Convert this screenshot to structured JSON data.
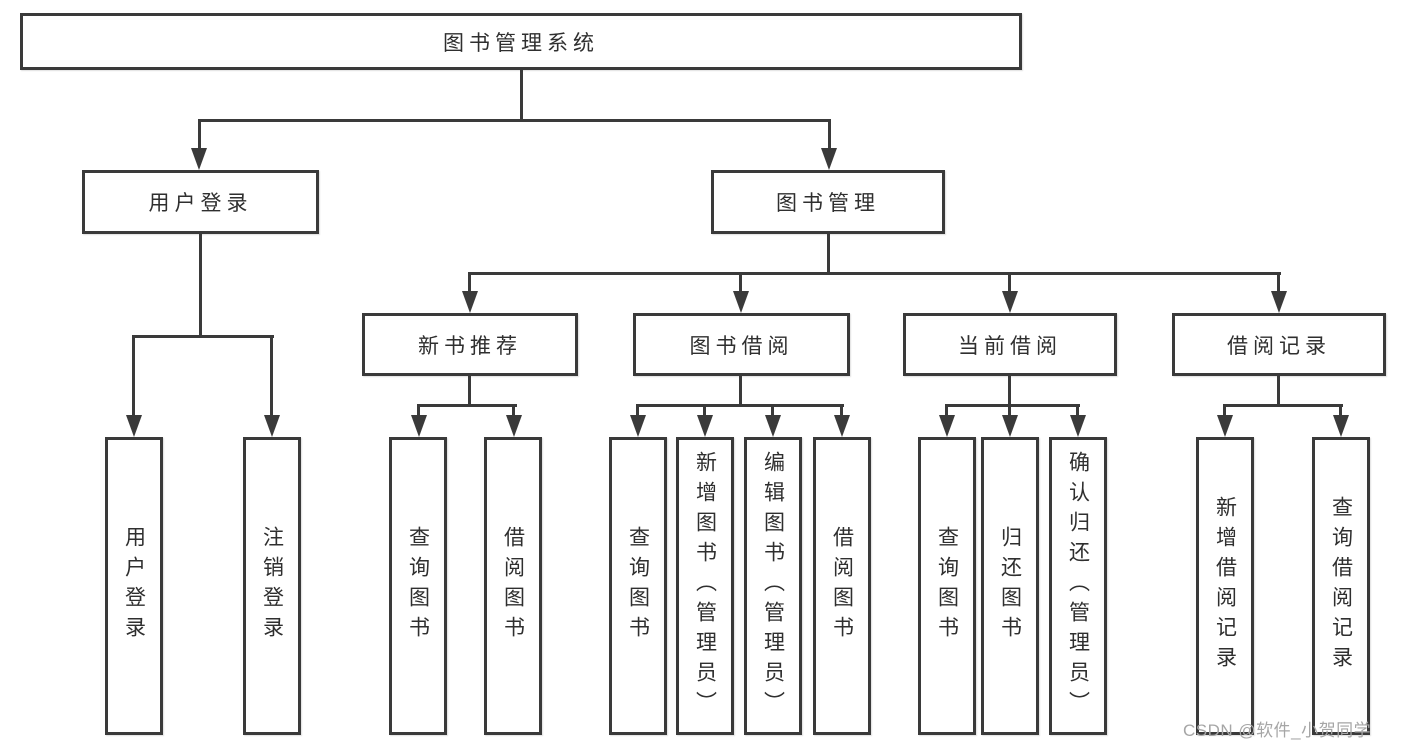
{
  "colors": {
    "line": "#3a3a3a",
    "text": "#2f2f2f",
    "box-bg": "#ffffff",
    "watermark": "#a6a6a6"
  },
  "tree": {
    "root": "图书管理系统",
    "children": [
      {
        "label": "用户登录",
        "children": [
          {
            "label": "用户登录"
          },
          {
            "label": "注销登录"
          }
        ]
      },
      {
        "label": "图书管理",
        "children": [
          {
            "label": "新书推荐",
            "children": [
              {
                "label": "查询图书"
              },
              {
                "label": "借阅图书"
              }
            ]
          },
          {
            "label": "图书借阅",
            "children": [
              {
                "label": "查询图书"
              },
              {
                "label": "新增图书（管理员）"
              },
              {
                "label": "编辑图书（管理员）"
              },
              {
                "label": "借阅图书"
              }
            ]
          },
          {
            "label": "当前借阅",
            "children": [
              {
                "label": "查询图书"
              },
              {
                "label": "归还图书"
              },
              {
                "label": "确认归还（管理员）"
              }
            ]
          },
          {
            "label": "借阅记录",
            "children": [
              {
                "label": "新增借阅记录"
              },
              {
                "label": "查询借阅记录"
              }
            ]
          }
        ]
      }
    ]
  },
  "watermark": {
    "text": "CSDN @软件_小贺同学"
  }
}
